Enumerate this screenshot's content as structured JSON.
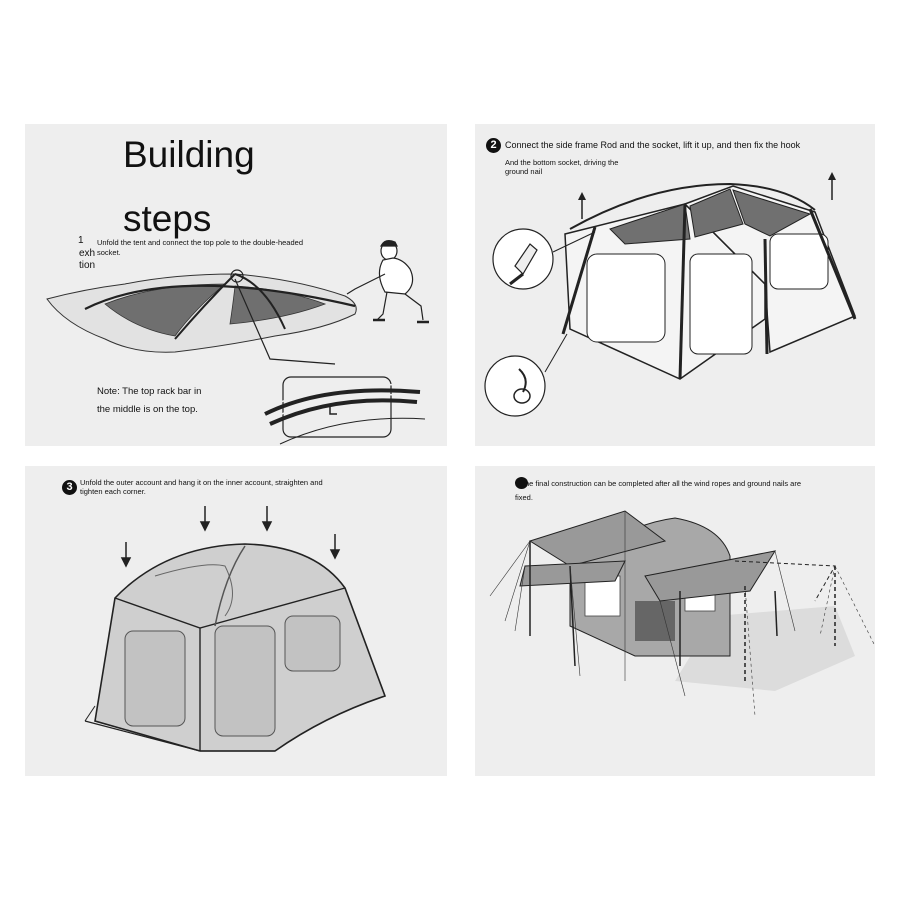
{
  "steps": [
    {
      "title_line1": "Building",
      "title_line2": "steps",
      "marker": "1",
      "instruction": "Unfold the tent and connect the top pole to the double-headed",
      "instruction_cont": "socket.",
      "side_fragment_1": "exh",
      "side_fragment_2": "tion",
      "note_line1": "Note: The top rack bar in",
      "note_line2": "the middle is on the top."
    },
    {
      "marker": "2",
      "instruction": "Connect the side frame Rod and the socket, lift it up, and then fix the hook",
      "sub_line1": "And the bottom socket, driving the",
      "sub_line2": "ground nail"
    },
    {
      "marker": "3",
      "instruction": "Unfold the outer account and hang it on the inner account, straighten and",
      "instruction_cont": "tighten each corner."
    },
    {
      "instruction": "he final construction can be completed after all the wind ropes and ground nails are",
      "instruction_cont": "fixed."
    }
  ],
  "colors": {
    "panel_bg": "#eeeeee",
    "line": "#222222",
    "mesh": "#7a7a7a",
    "fabric": "#d8d8d8"
  }
}
